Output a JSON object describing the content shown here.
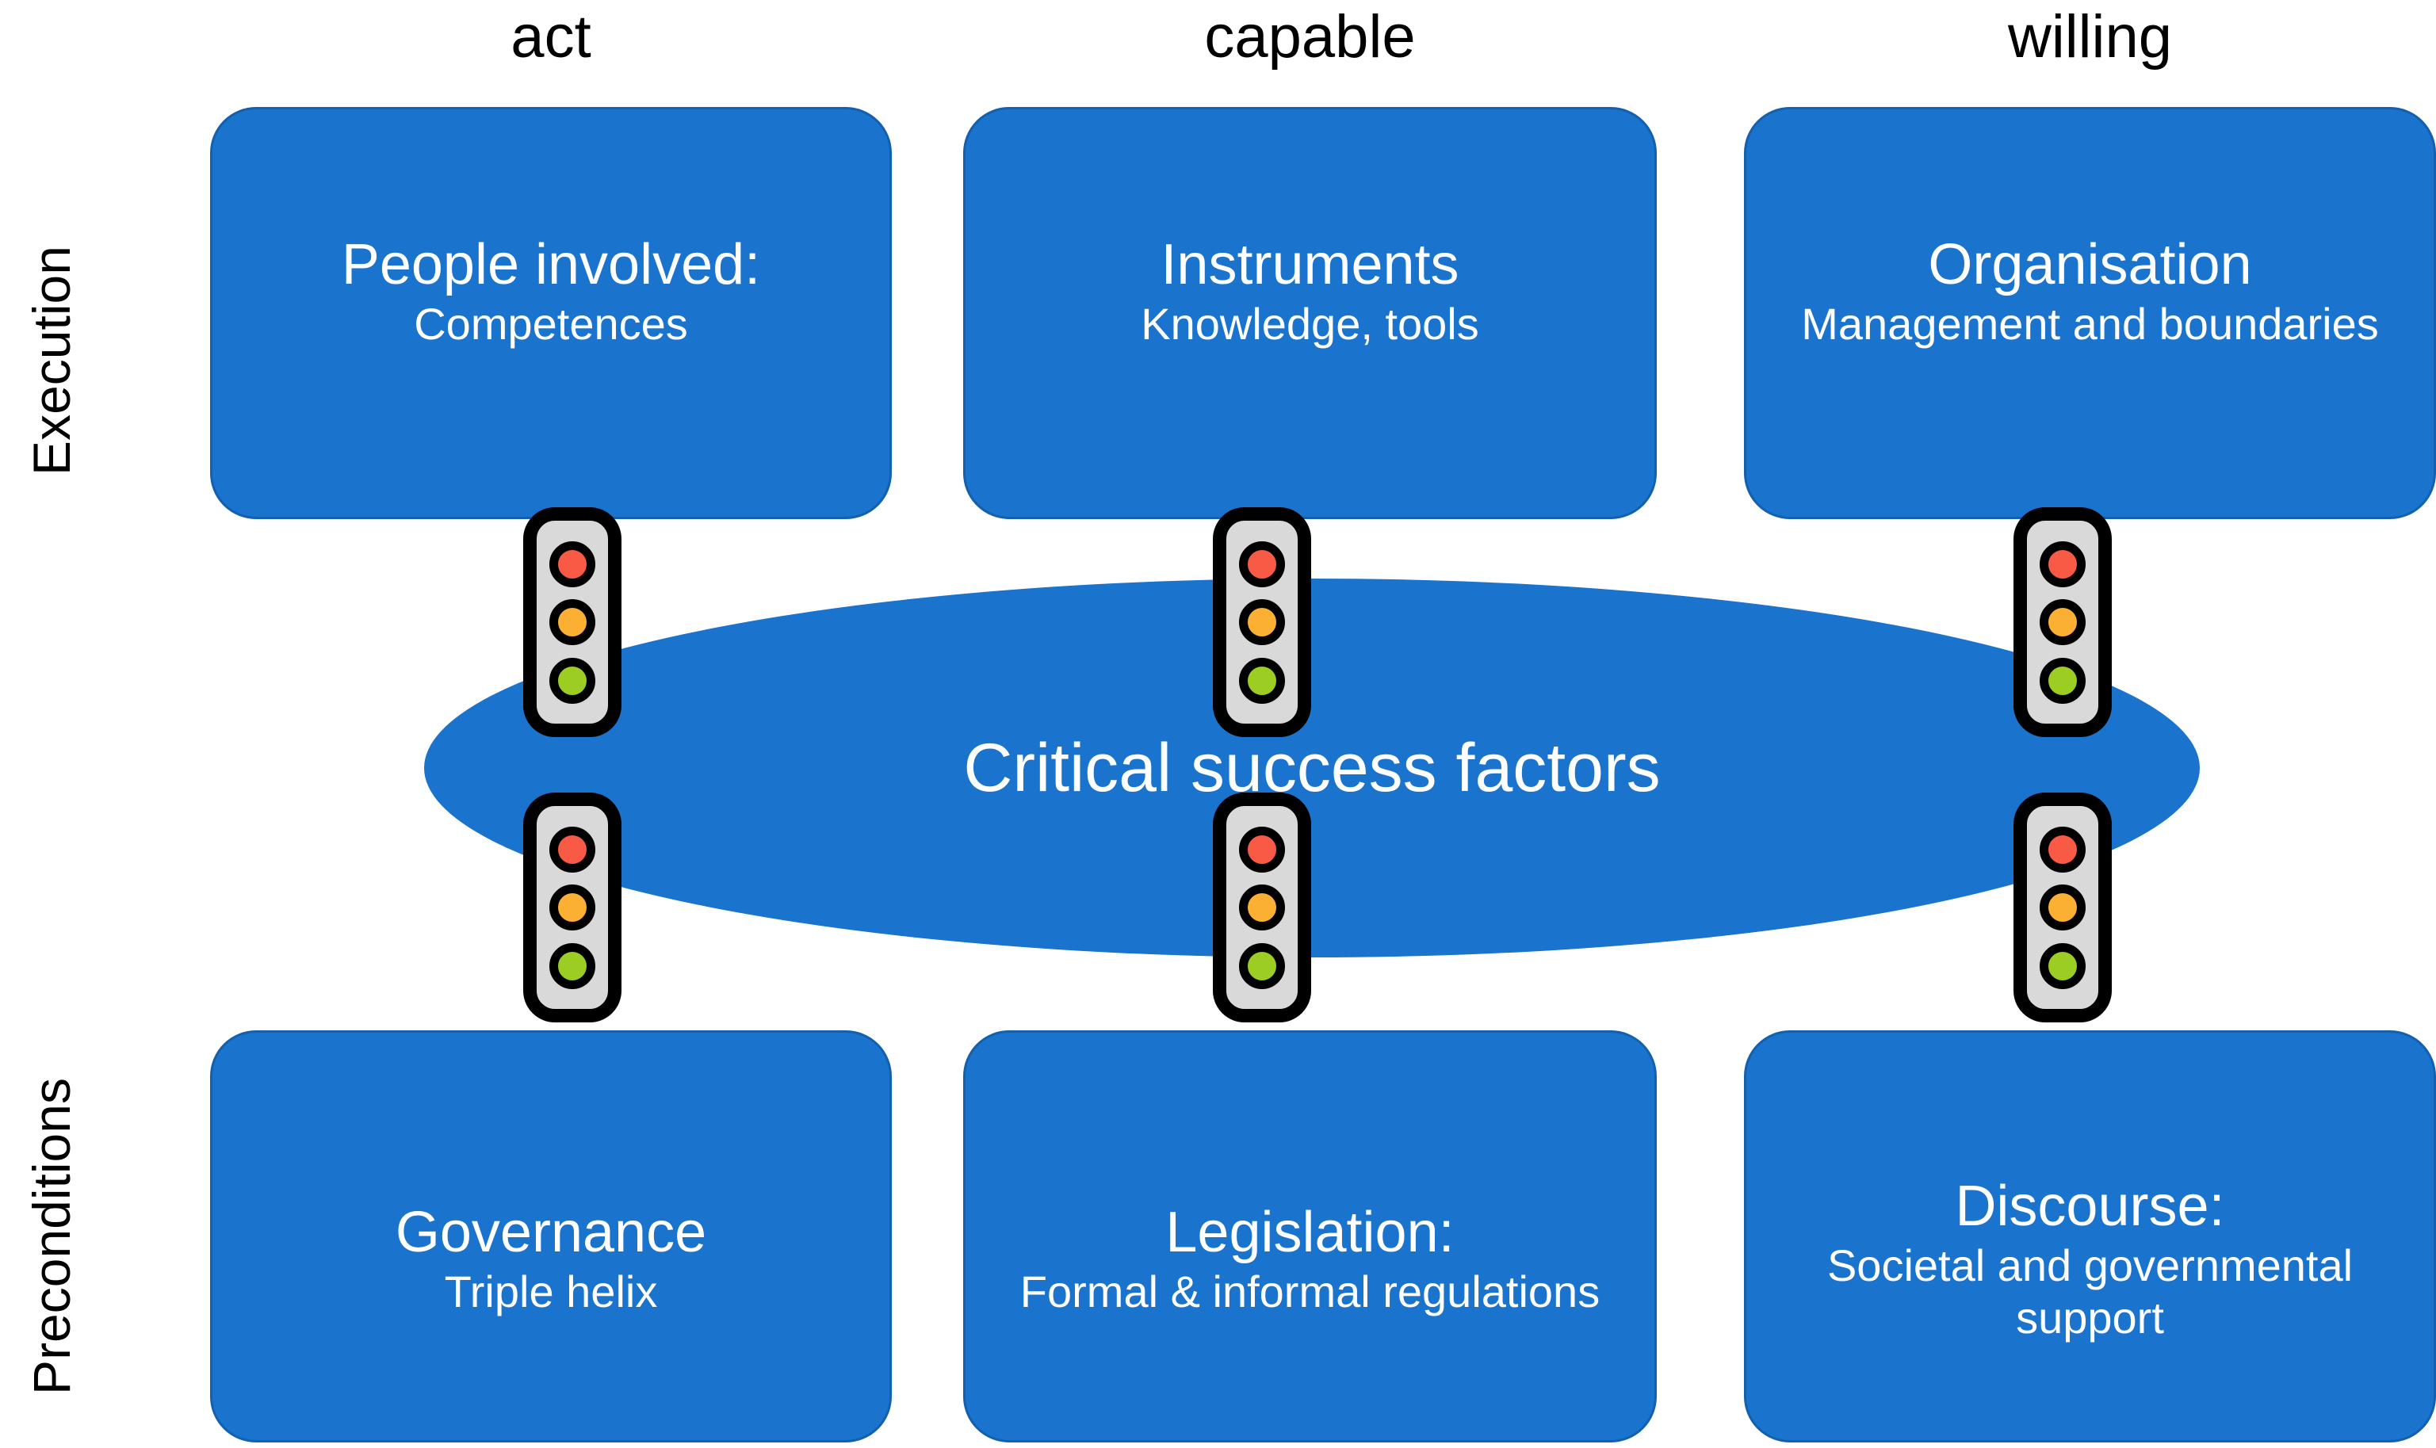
{
  "diagram": {
    "column_headers": [
      {
        "id": "act",
        "label": "act"
      },
      {
        "id": "capable",
        "label": "capable"
      },
      {
        "id": "willing",
        "label": "willing"
      }
    ],
    "row_labels": [
      {
        "id": "execution",
        "label": "Execution"
      },
      {
        "id": "preconditions",
        "label": "Preconditions"
      }
    ],
    "center": {
      "label": "Critical success factors",
      "shape": "ellipse",
      "fill": "#1a73cc"
    },
    "cards": {
      "people": {
        "title": "People involved:",
        "subtitle": "Competences"
      },
      "instruments": {
        "title": "Instruments",
        "subtitle": "Knowledge, tools"
      },
      "organisation": {
        "title": "Organisation",
        "subtitle": "Management and boundaries"
      },
      "governance": {
        "title": "Governance",
        "subtitle": "Triple helix"
      },
      "legislation": {
        "title": "Legislation:",
        "subtitle": "Formal & informal regulations"
      },
      "discourse": {
        "title": "Discourse:",
        "subtitle": "Societal and governmental support"
      }
    },
    "traffic_lights": {
      "count": 6,
      "lamps": [
        "red",
        "amber",
        "green"
      ],
      "positions": [
        "act-execution",
        "capable-execution",
        "willing-execution",
        "act-preconditions",
        "capable-preconditions",
        "willing-preconditions"
      ]
    },
    "colors": {
      "card_fill": "#1a73cc",
      "card_border": "#1260ae",
      "ellipse_fill": "#1a73cc",
      "text_on_card": "#ffffff",
      "label_text": "#000000",
      "background": "#ffffff",
      "light_red": "#f85a46",
      "light_amber": "#fbb034",
      "light_green": "#9ccd22",
      "light_housing": "#d9d9d9",
      "light_housing_border": "#000000"
    }
  }
}
